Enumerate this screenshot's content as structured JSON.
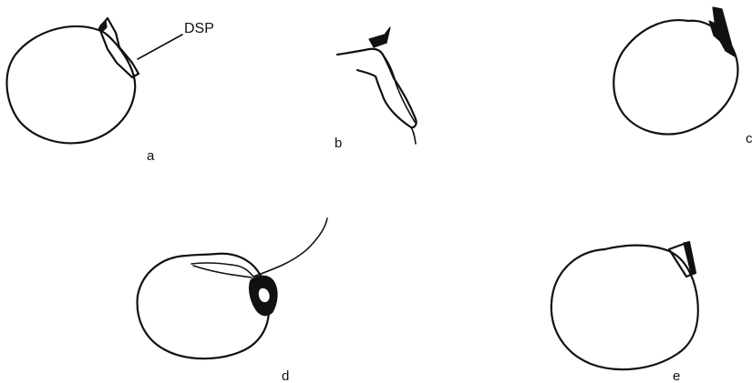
{
  "labels": {
    "dsp": "DSP",
    "panel_a": "a",
    "panel_b": "b",
    "panel_c": "c",
    "panel_d": "d",
    "panel_e": "e"
  },
  "colors": {
    "ink": "#111111",
    "background": "#ffffff"
  }
}
